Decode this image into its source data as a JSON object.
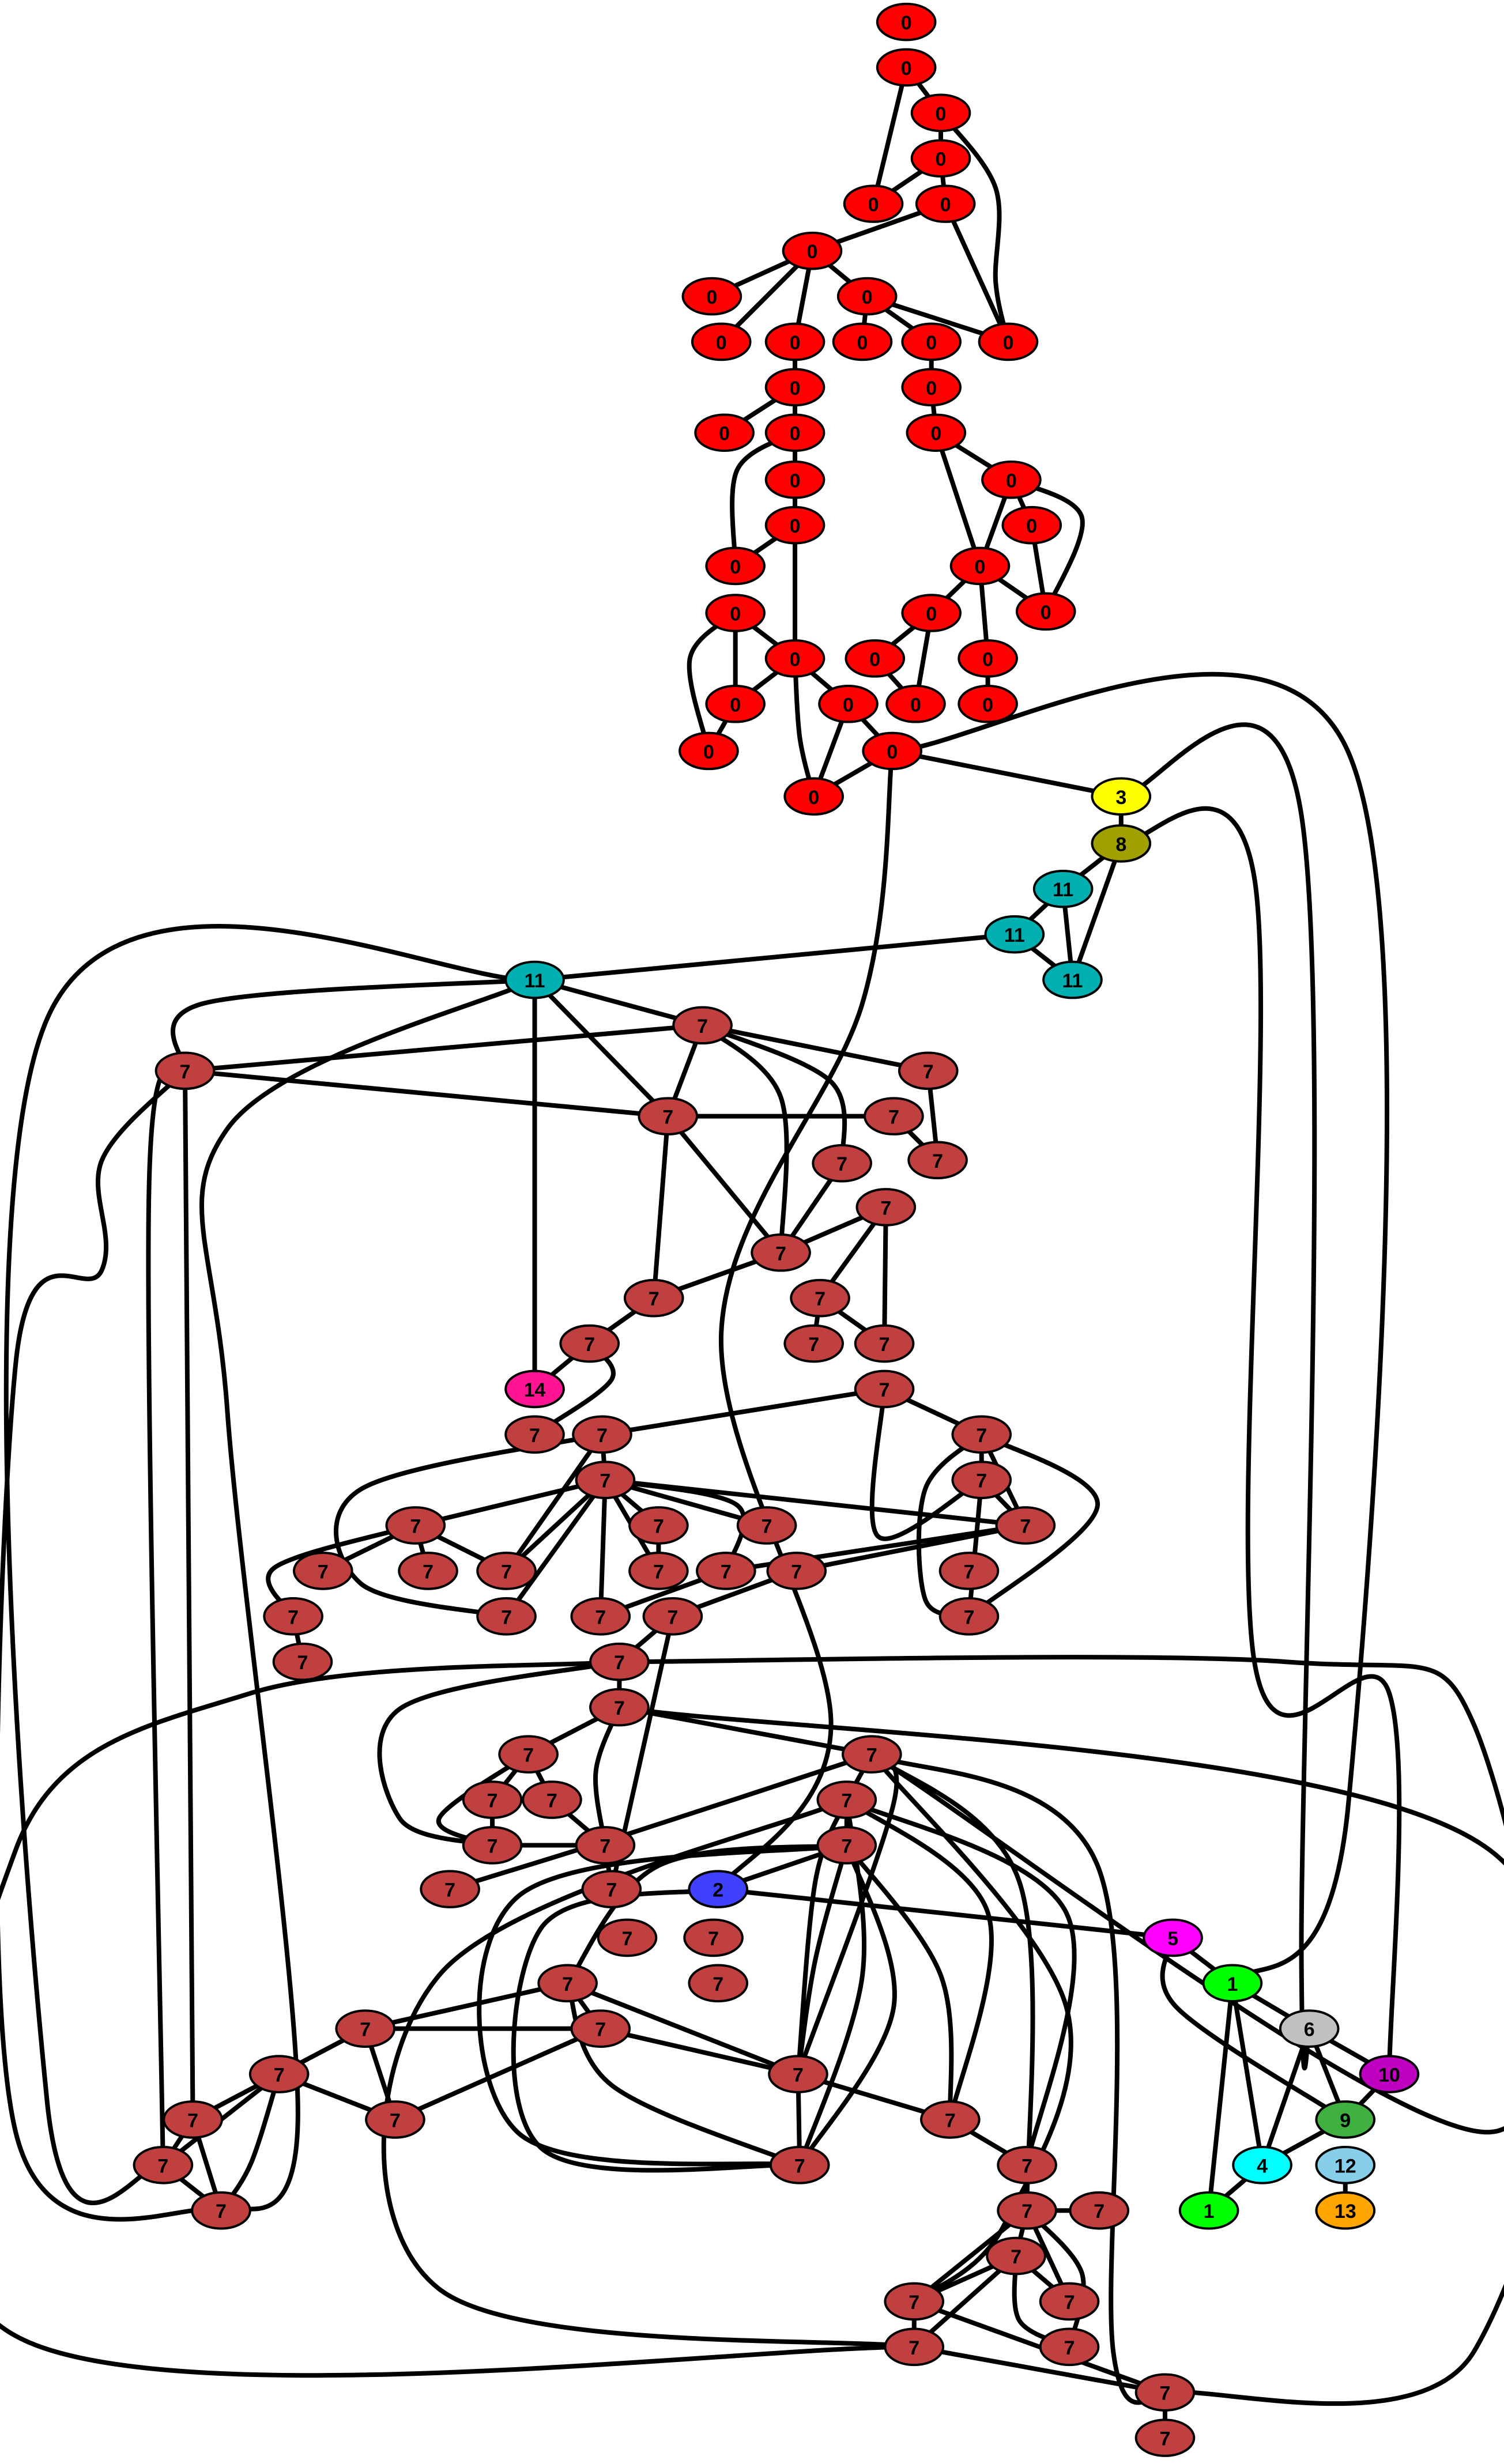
{
  "colors": {
    "0": "#ff0000",
    "1": "#00ff00",
    "2": "#4040ff",
    "3": "#ffff00",
    "4": "#00ffff",
    "5": "#ff00ff",
    "6": "#c0c0c0",
    "7": "#c04040",
    "8": "#a0a000",
    "9": "#40b040",
    "10": "#c000c0",
    "11": "#00b0b0",
    "12": "#87ceeb",
    "13": "#ffa500",
    "14": "#ff1493"
  },
  "nodes": [
    {
      "id": "n1",
      "label": "0"
    },
    {
      "id": "n2",
      "label": "0"
    },
    {
      "id": "n3",
      "label": "0"
    },
    {
      "id": "n4",
      "label": "0"
    },
    {
      "id": "n5",
      "label": "0"
    },
    {
      "id": "n6",
      "label": "0"
    },
    {
      "id": "n7",
      "label": "0"
    },
    {
      "id": "n8",
      "label": "0"
    },
    {
      "id": "n9",
      "label": "0"
    },
    {
      "id": "n10",
      "label": "0"
    },
    {
      "id": "n11",
      "label": "0"
    },
    {
      "id": "n12",
      "label": "0"
    },
    {
      "id": "n13",
      "label": "0"
    },
    {
      "id": "n14",
      "label": "0"
    },
    {
      "id": "n15",
      "label": "0"
    },
    {
      "id": "n16",
      "label": "0"
    },
    {
      "id": "n17",
      "label": "0"
    },
    {
      "id": "n18",
      "label": "0"
    },
    {
      "id": "n19",
      "label": "0"
    },
    {
      "id": "n20",
      "label": "0"
    },
    {
      "id": "n21",
      "label": "0"
    },
    {
      "id": "n22",
      "label": "0"
    },
    {
      "id": "n23",
      "label": "0"
    },
    {
      "id": "n24",
      "label": "0"
    },
    {
      "id": "n25",
      "label": "0"
    },
    {
      "id": "n26",
      "label": "0"
    },
    {
      "id": "n27",
      "label": "0"
    },
    {
      "id": "n28",
      "label": "0"
    },
    {
      "id": "n29",
      "label": "0"
    },
    {
      "id": "n30",
      "label": "0"
    },
    {
      "id": "n31",
      "label": "0"
    },
    {
      "id": "n32",
      "label": "0"
    },
    {
      "id": "n33",
      "label": "0"
    },
    {
      "id": "n34",
      "label": "0"
    },
    {
      "id": "n35",
      "label": "0"
    },
    {
      "id": "n36",
      "label": "0"
    },
    {
      "id": "n37",
      "label": "0"
    },
    {
      "id": "n38",
      "label": "0"
    },
    {
      "id": "n39",
      "label": "0"
    },
    {
      "id": "n40",
      "label": "0"
    },
    {
      "id": "n41",
      "label": "0"
    },
    {
      "id": "n42",
      "label": "0"
    },
    {
      "id": "n43",
      "label": "0"
    },
    {
      "id": "n44",
      "label": "3"
    },
    {
      "id": "n45",
      "label": "8"
    },
    {
      "id": "n46",
      "label": "11"
    },
    {
      "id": "n47",
      "label": "11"
    },
    {
      "id": "n48",
      "label": "11"
    },
    {
      "id": "n49",
      "label": "11"
    },
    {
      "id": "n50",
      "label": "7"
    },
    {
      "id": "n51",
      "label": "7"
    },
    {
      "id": "n52",
      "label": "7"
    },
    {
      "id": "n53",
      "label": "7"
    },
    {
      "id": "n54",
      "label": "7"
    },
    {
      "id": "n55",
      "label": "7"
    },
    {
      "id": "n56",
      "label": "7"
    },
    {
      "id": "n57",
      "label": "7"
    },
    {
      "id": "n58",
      "label": "7"
    },
    {
      "id": "n59",
      "label": "7"
    },
    {
      "id": "n60",
      "label": "7"
    },
    {
      "id": "n61",
      "label": "7"
    },
    {
      "id": "n62",
      "label": "7"
    },
    {
      "id": "n63",
      "label": "7"
    },
    {
      "id": "n64",
      "label": "14"
    },
    {
      "id": "n65",
      "label": "7"
    },
    {
      "id": "n66",
      "label": "7"
    },
    {
      "id": "n67",
      "label": "7"
    },
    {
      "id": "n68",
      "label": "7"
    },
    {
      "id": "n69",
      "label": "7"
    },
    {
      "id": "n70",
      "label": "7"
    },
    {
      "id": "n71",
      "label": "7"
    },
    {
      "id": "n72",
      "label": "7"
    },
    {
      "id": "n73",
      "label": "7"
    },
    {
      "id": "n74",
      "label": "7"
    },
    {
      "id": "n75",
      "label": "7"
    },
    {
      "id": "n76",
      "label": "7"
    },
    {
      "id": "n77",
      "label": "7"
    },
    {
      "id": "n78",
      "label": "7"
    },
    {
      "id": "n79",
      "label": "7"
    },
    {
      "id": "n80",
      "label": "7"
    },
    {
      "id": "n81",
      "label": "7"
    },
    {
      "id": "n82",
      "label": "7"
    },
    {
      "id": "n83",
      "label": "7"
    },
    {
      "id": "n84",
      "label": "7"
    },
    {
      "id": "n85",
      "label": "7"
    },
    {
      "id": "n86",
      "label": "7"
    },
    {
      "id": "n87",
      "label": "7"
    },
    {
      "id": "n88",
      "label": "7"
    },
    {
      "id": "n89",
      "label": "7"
    },
    {
      "id": "n90",
      "label": "7"
    },
    {
      "id": "n91",
      "label": "7"
    },
    {
      "id": "n92",
      "label": "7"
    },
    {
      "id": "n93",
      "label": "7"
    },
    {
      "id": "n94",
      "label": "7"
    },
    {
      "id": "n95",
      "label": "7"
    },
    {
      "id": "n96",
      "label": "7"
    },
    {
      "id": "n97",
      "label": "7"
    },
    {
      "id": "n98",
      "label": "7"
    },
    {
      "id": "n99",
      "label": "7"
    },
    {
      "id": "n100",
      "label": "7"
    },
    {
      "id": "n101",
      "label": "7"
    },
    {
      "id": "n102",
      "label": "2"
    },
    {
      "id": "n103",
      "label": "7"
    },
    {
      "id": "n104",
      "label": "7"
    },
    {
      "id": "n105",
      "label": "7"
    },
    {
      "id": "n106",
      "label": "7"
    },
    {
      "id": "n107",
      "label": "7"
    },
    {
      "id": "n108",
      "label": "7"
    },
    {
      "id": "n109",
      "label": "7"
    },
    {
      "id": "n110",
      "label": "7"
    },
    {
      "id": "n111",
      "label": "7"
    },
    {
      "id": "n112",
      "label": "7"
    },
    {
      "id": "n113",
      "label": "7"
    },
    {
      "id": "n114",
      "label": "7"
    },
    {
      "id": "n115",
      "label": "7"
    },
    {
      "id": "n116",
      "label": "7"
    },
    {
      "id": "n117",
      "label": "7"
    },
    {
      "id": "n118",
      "label": "7"
    },
    {
      "id": "n119",
      "label": "7"
    },
    {
      "id": "n120",
      "label": "7"
    },
    {
      "id": "n121",
      "label": "7"
    },
    {
      "id": "n122",
      "label": "7"
    },
    {
      "id": "n123",
      "label": "7"
    },
    {
      "id": "n124",
      "label": "7"
    },
    {
      "id": "n125",
      "label": "7"
    },
    {
      "id": "n126",
      "label": "7"
    },
    {
      "id": "n127",
      "label": "7"
    },
    {
      "id": "n128",
      "label": "7"
    },
    {
      "id": "n129",
      "label": "5"
    },
    {
      "id": "n130",
      "label": "1"
    },
    {
      "id": "n131",
      "label": "6"
    },
    {
      "id": "n132",
      "label": "10"
    },
    {
      "id": "n133",
      "label": "9"
    },
    {
      "id": "n134",
      "label": "4"
    },
    {
      "id": "n135",
      "label": "12"
    },
    {
      "id": "n136",
      "label": "1"
    },
    {
      "id": "n137",
      "label": "13"
    }
  ]
}
